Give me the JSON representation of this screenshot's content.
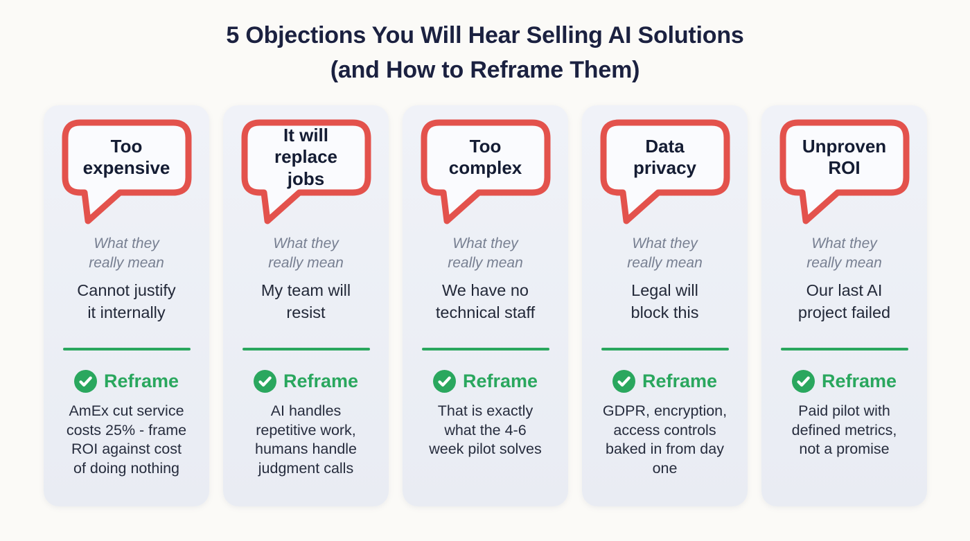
{
  "title": "5 Objections You Will Hear Selling AI Solutions\n(and How to Reframe Them)",
  "colors": {
    "page_bg": "#fbfaf7",
    "card_bg": "#edf0f6",
    "bubble_fill": "#fafbfe",
    "accent_red": "#e3524c",
    "accent_green": "#2aa75e",
    "title_navy": "#1b2140",
    "text_dark": "#262c3d",
    "muted_gray": "#777f91"
  },
  "icons": {
    "reframe_check": "check-circle"
  },
  "cards": [
    {
      "objection": "Too\nexpensive",
      "meaning_label": "What they\nreally mean",
      "meaning": "Cannot justify\nit internally",
      "reframe_label": "Reframe",
      "reframe": "AmEx cut service\ncosts 25% - frame\nROI against cost\nof doing nothing"
    },
    {
      "objection": "It will\nreplace\njobs",
      "meaning_label": "What they\nreally mean",
      "meaning": "My team will\nresist",
      "reframe_label": "Reframe",
      "reframe": "AI handles\nrepetitive work,\nhumans handle\njudgment calls"
    },
    {
      "objection": "Too\ncomplex",
      "meaning_label": "What they\nreally mean",
      "meaning": "We have no\ntechnical staff",
      "reframe_label": "Reframe",
      "reframe": "That is exactly\nwhat the 4-6\nweek pilot solves"
    },
    {
      "objection": "Data\nprivacy",
      "meaning_label": "What they\nreally mean",
      "meaning": "Legal will\nblock this",
      "reframe_label": "Reframe",
      "reframe": "GDPR, encryption,\naccess controls\nbaked in from day\none"
    },
    {
      "objection": "Unproven\nROI",
      "meaning_label": "What they\nreally mean",
      "meaning": "Our last AI\nproject failed",
      "reframe_label": "Reframe",
      "reframe": "Paid pilot with\ndefined metrics,\nnot a promise"
    }
  ]
}
